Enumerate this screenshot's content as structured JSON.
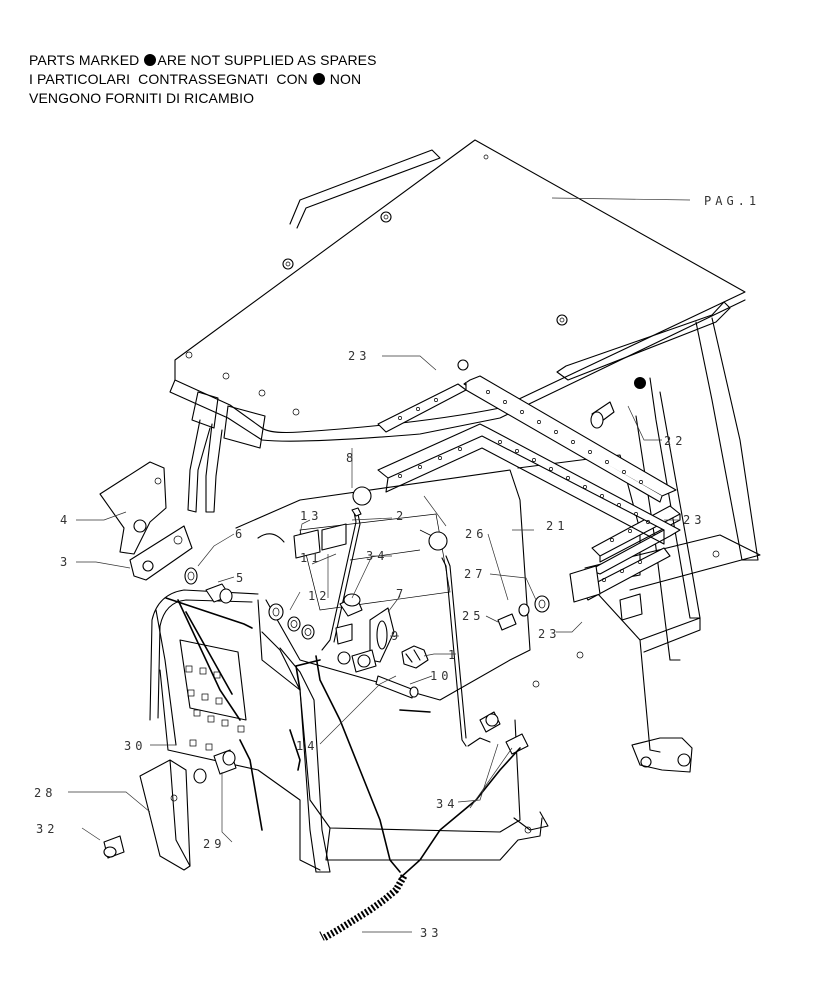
{
  "notice": {
    "line1_a": "PARTS MARKED ",
    "line1_b": "ARE NOT SUPPLIED AS SPARES",
    "line2_a": "I PARTICOLARI  CONTRASSEGNATI  CON ",
    "line2_b": " NON",
    "line3": "VENGONO FORNITI DI RICAMBIO",
    "marker_icon": "filled-circle"
  },
  "callouts": {
    "pag": "PAG.1",
    "c1": "1",
    "c2": "2",
    "c3": "3",
    "c4": "4",
    "c5": "5",
    "c6": "6",
    "c7": "7",
    "c8": "8",
    "c9": "9",
    "c10": "10",
    "c11": "11",
    "c12": "12",
    "c13": "13",
    "c14": "14",
    "c21": "21",
    "c22": "22",
    "c23a": "23",
    "c23b": "23",
    "c23c": "23",
    "c25": "25",
    "c26": "26",
    "c27": "27",
    "c28": "28",
    "c29": "29",
    "c30": "30",
    "c32": "32",
    "c33": "33",
    "c34a": "34",
    "c34b": "34"
  }
}
